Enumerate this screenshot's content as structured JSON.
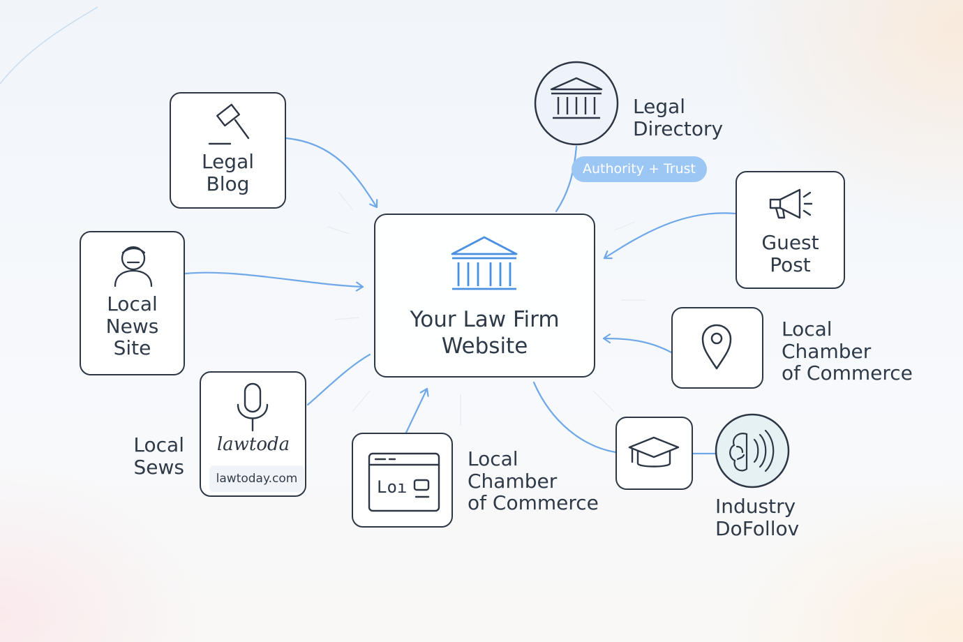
{
  "center": {
    "line1": "Your Law Firm",
    "line2": "Website"
  },
  "badge": "Authority + Trust",
  "nodes": {
    "legal_blog": {
      "line1": "Legal",
      "line2": "Blog",
      "icon": "gavel-icon"
    },
    "legal_directory": {
      "line1": "Legal",
      "line2": "Directory",
      "icon": "courthouse-icon"
    },
    "local_news_site": {
      "line1": "Local",
      "line2": "News",
      "line3": "Site",
      "icon": "person-icon"
    },
    "guest_post": {
      "line1": "Guest",
      "line2": "Post",
      "icon": "megaphone-icon"
    },
    "chamber_right": {
      "line1": "Local",
      "line2": "Chamber",
      "line3": "of Commerce",
      "icon": "map-pin-icon"
    },
    "local_sews": {
      "line1": "Local",
      "line2": "Sews",
      "brand": "lawtoda",
      "url": "lawtoday.com",
      "icon": "microphone-icon"
    },
    "chamber_bottom": {
      "line1": "Local",
      "line2": "Chamber",
      "line3": "of Commerce",
      "icon": "browser-window-icon",
      "icon_text": "Loı"
    },
    "industry": {
      "line1": "Industry",
      "line2": "DoFollov",
      "icon": "graduation-cap-icon",
      "icon2": "brain-signal-icon"
    }
  },
  "colors": {
    "accent": "#4a90e2",
    "arrow": "#6fa8e8",
    "outline": "#2c3644",
    "badge": "#9cc7f4",
    "text": "#2f3a48"
  }
}
